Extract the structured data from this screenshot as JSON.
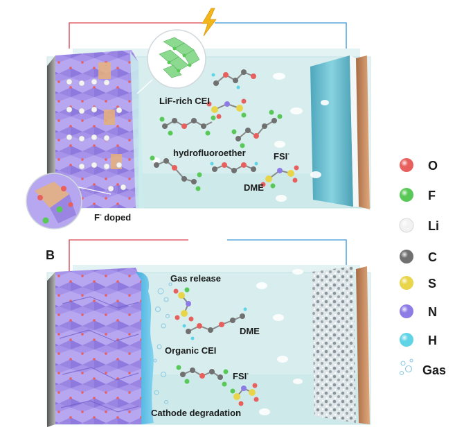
{
  "panel_b_letter": "B",
  "top_cell": {
    "labels": {
      "cei": "LiF-rich CEI",
      "hfe": "hydrofluoroether",
      "fsi": "FSI",
      "fsi_sup": "-",
      "dme": "DME",
      "doped": "F",
      "doped_sup": "-",
      "doped_rest": " doped"
    }
  },
  "bottom_cell": {
    "labels": {
      "gas_release": "Gas release",
      "dme": "DME",
      "organic_cei": "Organic CEI",
      "fsi": "FSI",
      "fsi_sup": "-",
      "degradation": "Cathode degradation"
    }
  },
  "legend": [
    {
      "label": "O",
      "color": "#e8605e"
    },
    {
      "label": "F",
      "color": "#58c957"
    },
    {
      "label": "Li",
      "color": "#f2f2f2"
    },
    {
      "label": "C",
      "color": "#707070"
    },
    {
      "label": "S",
      "color": "#e9d54a"
    },
    {
      "label": "N",
      "color": "#8e7ce6"
    },
    {
      "label": "H",
      "color": "#5fd4e6"
    },
    {
      "label": "Gas",
      "color": "#bfe7f2"
    }
  ],
  "colors": {
    "electrolyte": "#cfe9ea",
    "cathode": "#a995e8",
    "anode": "#c78a5e",
    "wire_red": "#e0606a",
    "wire_blue": "#5aa6dc",
    "lightning": "#f2b51c"
  }
}
